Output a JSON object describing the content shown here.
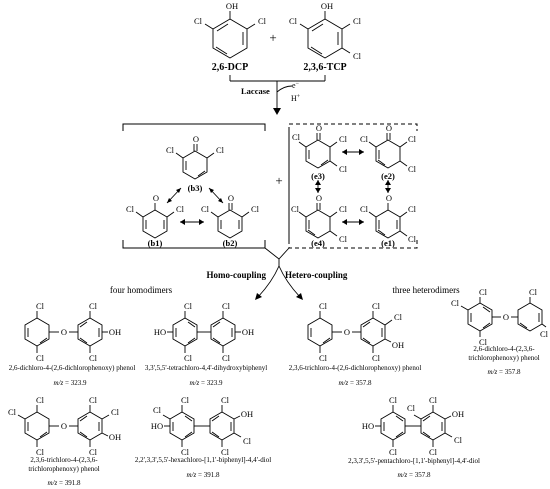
{
  "reactants": [
    {
      "id": "dcp",
      "label": "2,6-DCP"
    },
    {
      "id": "tcp",
      "label": "2,3,6-TCP"
    }
  ],
  "plus": "+",
  "enzyme": {
    "name": "Laccase",
    "electron": "e",
    "electron_sup": "−",
    "proton": "H",
    "proton_sup": "+"
  },
  "intermediates": [
    {
      "id": "b3",
      "label": "(b3)"
    },
    {
      "id": "b1",
      "label": "(b1)"
    },
    {
      "id": "b2",
      "label": "(b2)"
    },
    {
      "id": "e3",
      "label": "(e3)"
    },
    {
      "id": "e2",
      "label": "(e2)"
    },
    {
      "id": "e4",
      "label": "(e4)"
    },
    {
      "id": "e1",
      "label": "(e1)"
    }
  ],
  "coupling": {
    "homo": "Homo-coupling",
    "hetero": "Hetero-coupling"
  },
  "groups": {
    "homo": "four homodimers",
    "hetero": "three heterodimers"
  },
  "products": [
    {
      "id": "p1",
      "name": "2,6-dichloro-4-(2,6-dichlorophenoxy) phenol",
      "mz_label": "m/z",
      "mz": "= 323.9"
    },
    {
      "id": "p2",
      "name": "3,3',5,5'-tetrachloro-4,4'-dihydroxybiphenyl",
      "mz_label": "m/z",
      "mz": "= 323.9"
    },
    {
      "id": "p3",
      "name": "2,3,6-trichloro-4-(2,6-dichlorophenoxy) phenol",
      "mz_label": "m/z",
      "mz": "= 357.8"
    },
    {
      "id": "p4",
      "name_line1": "2,6-dichloro-4-(2,3,6-",
      "name_line2": "trichlorophenoxy) phenol",
      "mz_label": "m/z",
      "mz": "= 357.8"
    },
    {
      "id": "p5",
      "name_line1": "2,3,6-trichloro-4-(2,3,6-",
      "name_line2": "trichlorophenoxy) phenol",
      "mz_label": "m/z",
      "mz": "= 391.8"
    },
    {
      "id": "p6",
      "name": "2,2',3,3',5,5'-hexachloro-[1,1'-biphenyl]-4,4'-diol",
      "mz_label": "m/z",
      "mz": "= 391.8"
    },
    {
      "id": "p7",
      "name": "2,3,3',5,5'-pentachloro-[1,1'-biphenyl]-4,4'-diol",
      "mz_label": "m/z",
      "mz": "= 357.8"
    }
  ],
  "atoms": {
    "cl": "Cl",
    "oh": "OH",
    "ho": "HO",
    "o": "O"
  }
}
